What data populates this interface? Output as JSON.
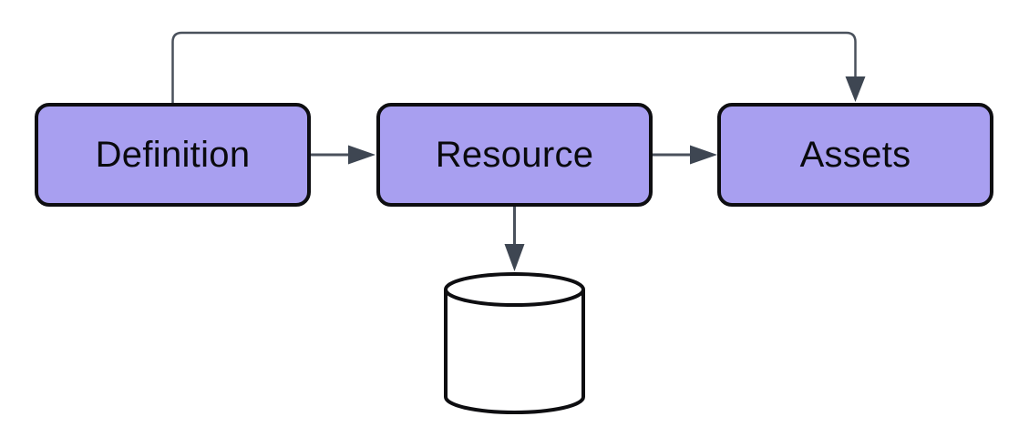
{
  "diagram": {
    "type": "flowchart",
    "background_color": "#ffffff",
    "nodes": [
      {
        "id": "definition",
        "label": "Definition",
        "shape": "rounded-rect"
      },
      {
        "id": "resource",
        "label": "Resource",
        "shape": "rounded-rect"
      },
      {
        "id": "assets",
        "label": "Assets",
        "shape": "rounded-rect"
      },
      {
        "id": "database",
        "label": "",
        "shape": "cylinder"
      }
    ],
    "edges": [
      {
        "from": "definition",
        "to": "resource",
        "style": "arrow",
        "route": "straight-horizontal"
      },
      {
        "from": "resource",
        "to": "assets",
        "style": "arrow",
        "route": "straight-horizontal"
      },
      {
        "from": "definition",
        "to": "assets",
        "style": "arrow",
        "route": "elbow-over-top"
      },
      {
        "from": "resource",
        "to": "database",
        "style": "arrow",
        "route": "straight-vertical"
      }
    ],
    "colors": {
      "node_fill": "#a89ff0",
      "node_border": "#0e0e11",
      "node_text": "#0a0a0d",
      "connector_line": "#4a515c",
      "arrowhead_fill": "#3e4652",
      "cylinder_fill": "#ffffff",
      "cylinder_border": "#0e0e11"
    }
  }
}
